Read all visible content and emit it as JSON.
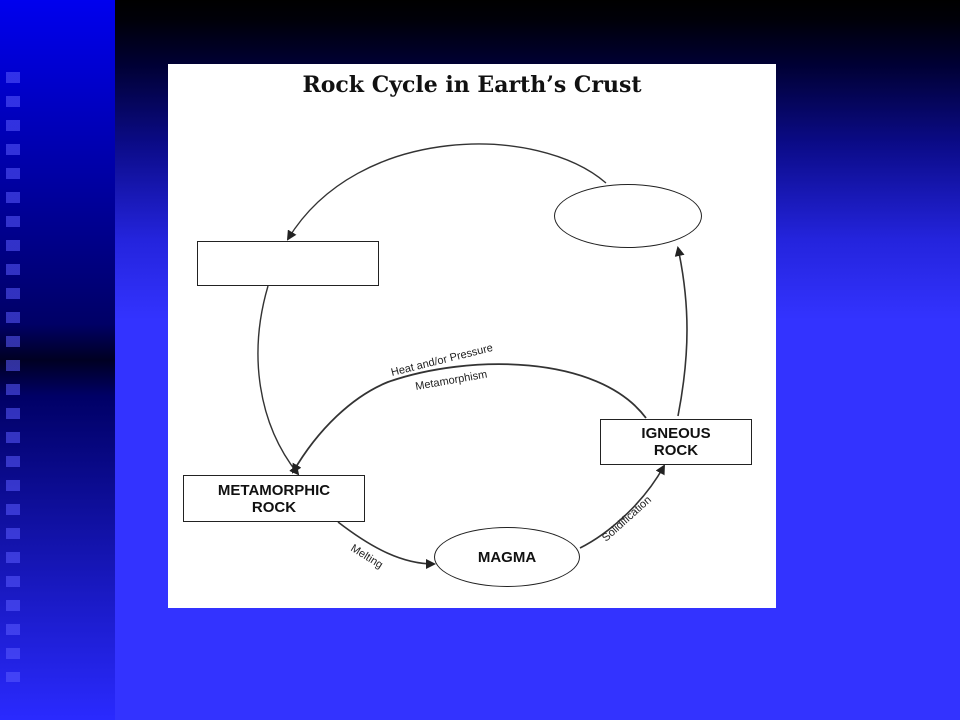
{
  "diagram": {
    "title": "Rock Cycle in Earth’s Crust",
    "nodes": {
      "blank_box": "",
      "blank_oval": "",
      "metamorphic": [
        "METAMORPHIC",
        "ROCK"
      ],
      "igneous": [
        "IGNEOUS",
        "ROCK"
      ],
      "magma": "MAGMA"
    },
    "edge_labels": {
      "heat_pressure": "Heat and/or Pressure",
      "metamorphism": "Metamorphism",
      "melting": "Melting",
      "solidification": "Solidification"
    }
  }
}
